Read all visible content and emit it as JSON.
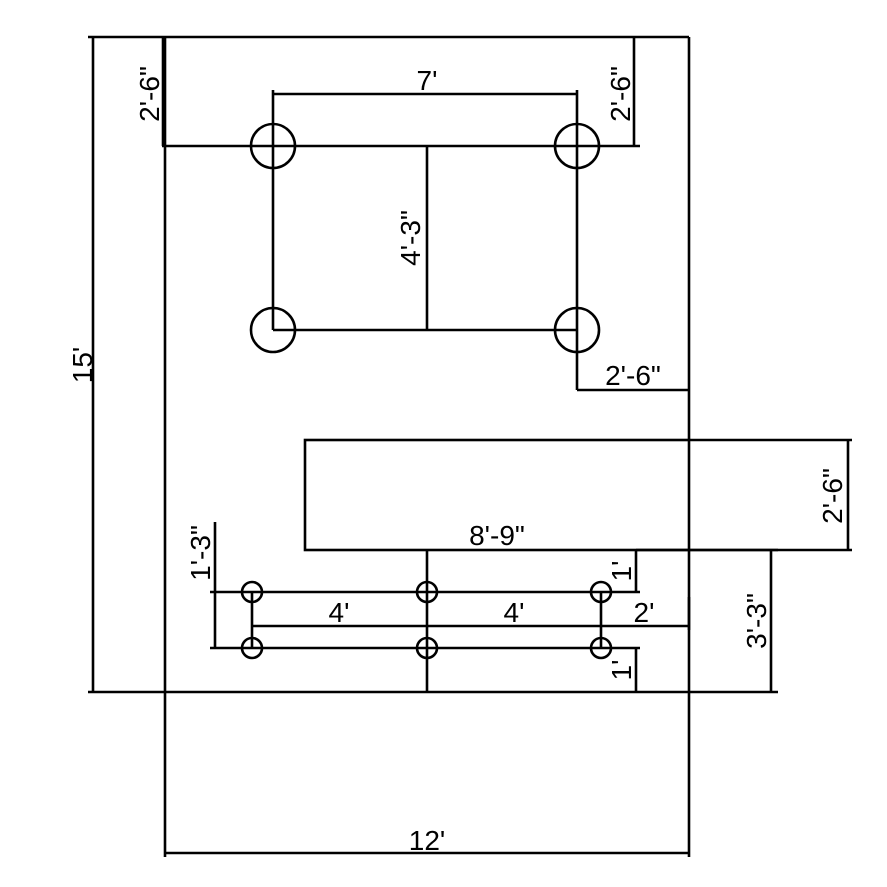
{
  "dimensions": {
    "overall_height": "15'",
    "overall_width": "12'",
    "top_offset_left": "2'-6\"",
    "top_offset_right": "2'-6\"",
    "bolt_spacing_horizontal": "7'",
    "bolt_spacing_vertical": "4'-3\"",
    "bolt_to_edge": "2'-6\"",
    "box_height": "2'-6\"",
    "box_width": "8'-9\"",
    "small_row_spacing": "1'-3\"",
    "small_top_gap": "1'",
    "small_bottom_gap": "1'",
    "small_spacing_left": "4'",
    "small_spacing_right": "4'",
    "small_to_edge": "2'",
    "small_group_height": "3'-3\""
  }
}
